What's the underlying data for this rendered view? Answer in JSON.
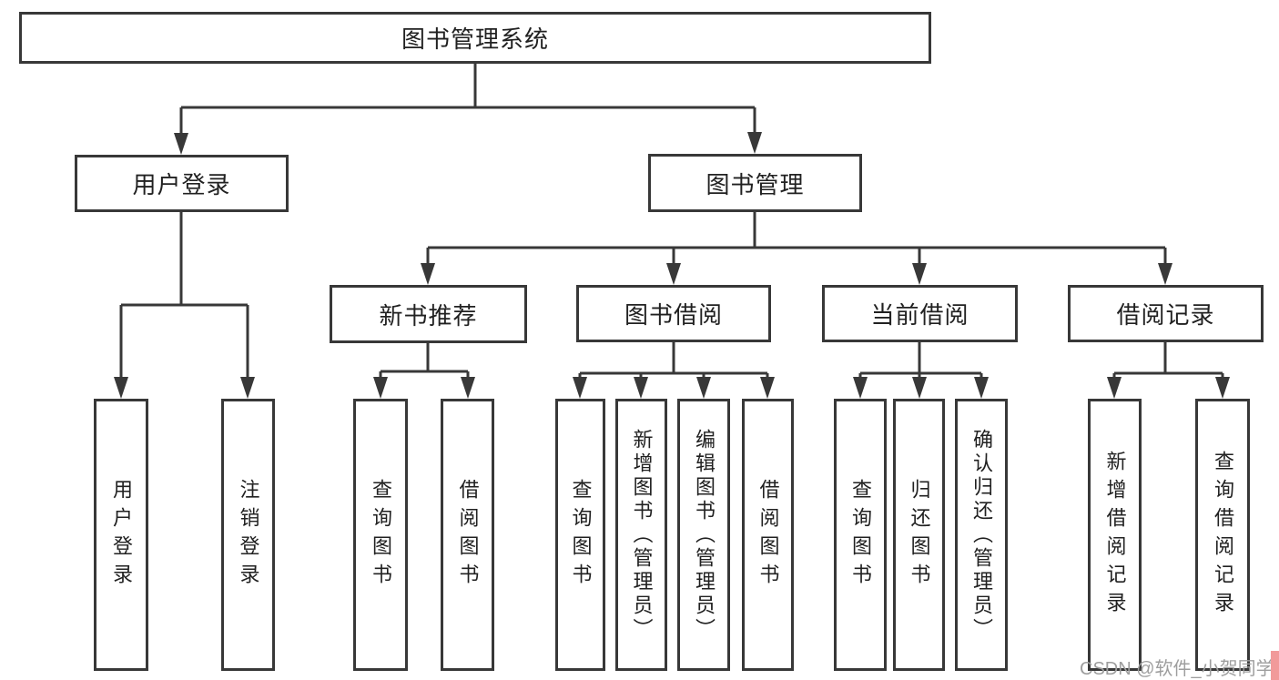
{
  "tree": {
    "root": {
      "label": "图书管理系统"
    },
    "branches": [
      {
        "label": "用户登录",
        "children": [
          {
            "label": "用户登录"
          },
          {
            "label": "注销登录"
          }
        ]
      },
      {
        "label": "图书管理",
        "children": [
          {
            "label": "新书推荐",
            "children": [
              {
                "label": "查询图书"
              },
              {
                "label": "借阅图书"
              }
            ]
          },
          {
            "label": "图书借阅",
            "children": [
              {
                "label": "查询图书"
              },
              {
                "label": "新增图书（管理员）"
              },
              {
                "label": "编辑图书（管理员）"
              },
              {
                "label": "借阅图书"
              }
            ]
          },
          {
            "label": "当前借阅",
            "children": [
              {
                "label": "查询图书"
              },
              {
                "label": "归还图书"
              },
              {
                "label": "确认归还（管理员）"
              }
            ]
          },
          {
            "label": "借阅记录",
            "children": [
              {
                "label": "新增借阅记录"
              },
              {
                "label": "查询借阅记录"
              }
            ]
          }
        ]
      }
    ]
  },
  "watermark": {
    "text": "CSDN @软件_小贺同学"
  },
  "colors": {
    "line": "#383838",
    "box_border": "#383838",
    "text": "#212121",
    "watermark_text": "#9e9e9e",
    "watermark_accent": "#f19a9a",
    "background": "#ffffff"
  }
}
